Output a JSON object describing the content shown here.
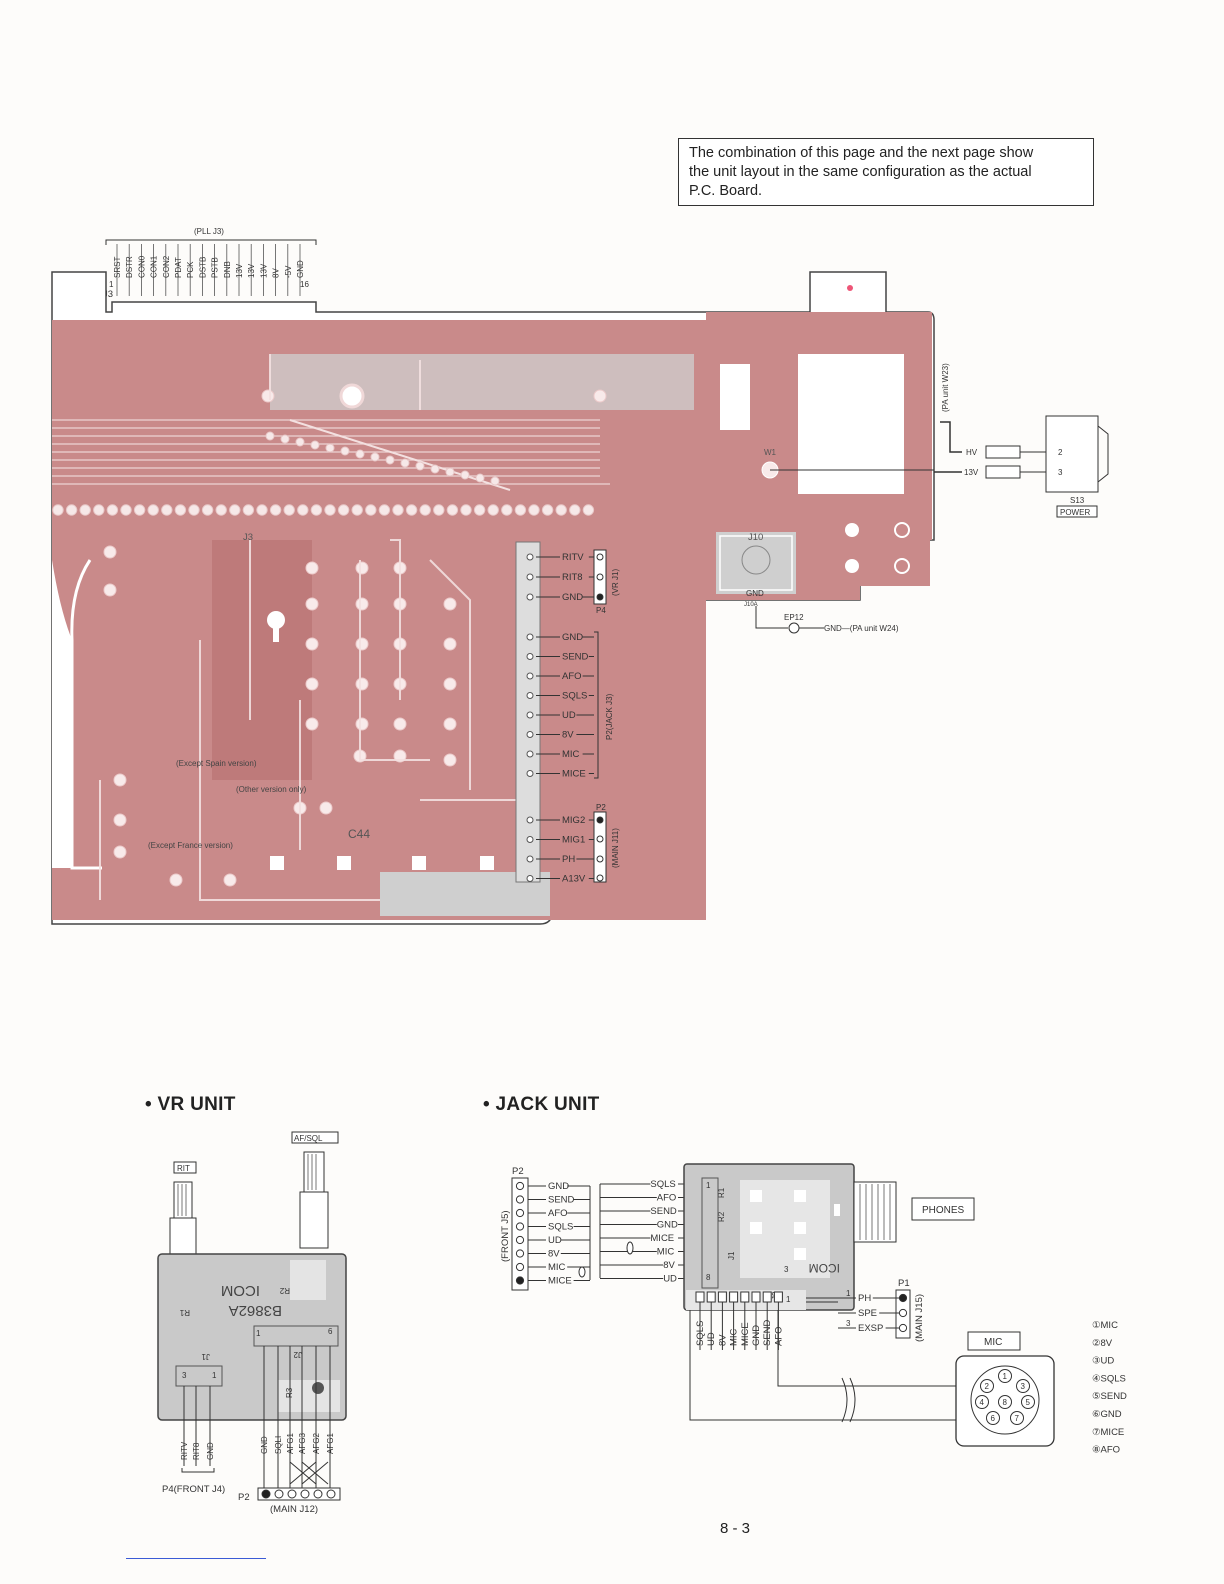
{
  "note": {
    "lines": [
      "The combination of this page and the next page show",
      "the unit layout in the same configuration as the actual",
      "P.C. Board."
    ]
  },
  "pll_connector": {
    "title": "(PLL J3)",
    "ref": "J3",
    "first_pin": "1",
    "last_pin": "16",
    "pins": [
      "SRST",
      "DSTR",
      "CON0",
      "CON1",
      "CON2",
      "PDAT",
      "PCK",
      "DSTB",
      "PSTB",
      "DNB",
      "13V",
      "13V",
      "13V",
      "8V",
      "-5V",
      "GND"
    ]
  },
  "main_board": {
    "labels": {
      "j3": "J3",
      "j10": "J10",
      "w1": "W1",
      "c44": "C44",
      "except_spain": "(Except Spain version)",
      "other_version": "(Other version only)",
      "except_france": "(Except France version)"
    },
    "vr_j1": {
      "name": "(VR J1)",
      "ref": "P4",
      "pins": [
        "RITV",
        "RIT8",
        "GND"
      ]
    },
    "jack_j3": {
      "name": "P2(JACK J3)",
      "pins": [
        "GND",
        "SEND",
        "AFO",
        "SQLS",
        "UD",
        "8V",
        "MIC",
        "MICE"
      ]
    },
    "main_j11": {
      "name": "(MAIN J11)",
      "ref": "P2",
      "pins": [
        "MIG2",
        "MIG1",
        "PH",
        "A13V"
      ]
    },
    "power": {
      "pa_unit_w23": "(PA unit W23)",
      "hv": "HV",
      "v13": "13V",
      "pin2": "2",
      "pin3": "3",
      "switch_ref": "S13",
      "switch_name": "POWER"
    },
    "ground": {
      "gnd": "GND",
      "j10a": "J10A",
      "ep12": "EP12",
      "pa_gnd": "GND—(PA unit W24)"
    }
  },
  "vr_unit": {
    "heading": "• VR UNIT",
    "rit_label": "RIT",
    "afsql_label": "AF/SQL",
    "brand": "ICOM",
    "part": "B3862A",
    "refs": [
      "R1",
      "R2",
      "J1",
      "J2",
      "R3"
    ],
    "pin_marks": [
      "3",
      "1",
      "1",
      "6"
    ],
    "p4_pins": [
      "RITV",
      "RIT8",
      "GND"
    ],
    "p4_name": "P4(FRONT J4)",
    "p2_ref": "P2",
    "p2_pins": [
      "GND",
      "SQLI",
      "AFG1",
      "AFG3",
      "AFG2",
      "AFG1"
    ],
    "p2_name": "(MAIN J12)"
  },
  "jack_unit": {
    "heading": "• JACK UNIT",
    "p2_ref": "P2",
    "front_name": "(FRONT J5)",
    "left_pins": [
      "GND",
      "SEND",
      "AFO",
      "SQLS",
      "UD",
      "8V",
      "MIC",
      "MICE"
    ],
    "right_pins": [
      "SQLS",
      "AFO",
      "SEND",
      "GND",
      "MICE",
      "MIC",
      "8V",
      "UD"
    ],
    "bottom_pins": [
      "SQLS",
      "UD",
      "8V",
      "MIC",
      "MICE",
      "GND",
      "SEND",
      "AFO"
    ],
    "refs": [
      "R1",
      "R2",
      "J1",
      "J2"
    ],
    "pin_marks": [
      "1",
      "8",
      "3",
      "1"
    ],
    "brand": "ICOM",
    "phones_label": "PHONES",
    "p1_ref": "P1",
    "p1_pins": [
      "PH",
      "SPE",
      "EXSP"
    ],
    "p1_marks": [
      "1",
      "3"
    ],
    "main_name": "(MAIN J15)",
    "mic_label": "MIC",
    "mic_pin_numbers": [
      "1",
      "2",
      "3",
      "4",
      "5",
      "6",
      "7",
      "8"
    ],
    "mic_legend": [
      "①MIC",
      "②8V",
      "③UD",
      "④SQLS",
      "⑤SEND",
      "⑥GND",
      "⑦MICE",
      "⑧AFO"
    ]
  },
  "page_number": "8 - 3",
  "colors": {
    "board": "#c98a8a",
    "board_dark": "#b76f6f",
    "trace": "#f3e0e0",
    "gray": "#cfcfcf"
  }
}
